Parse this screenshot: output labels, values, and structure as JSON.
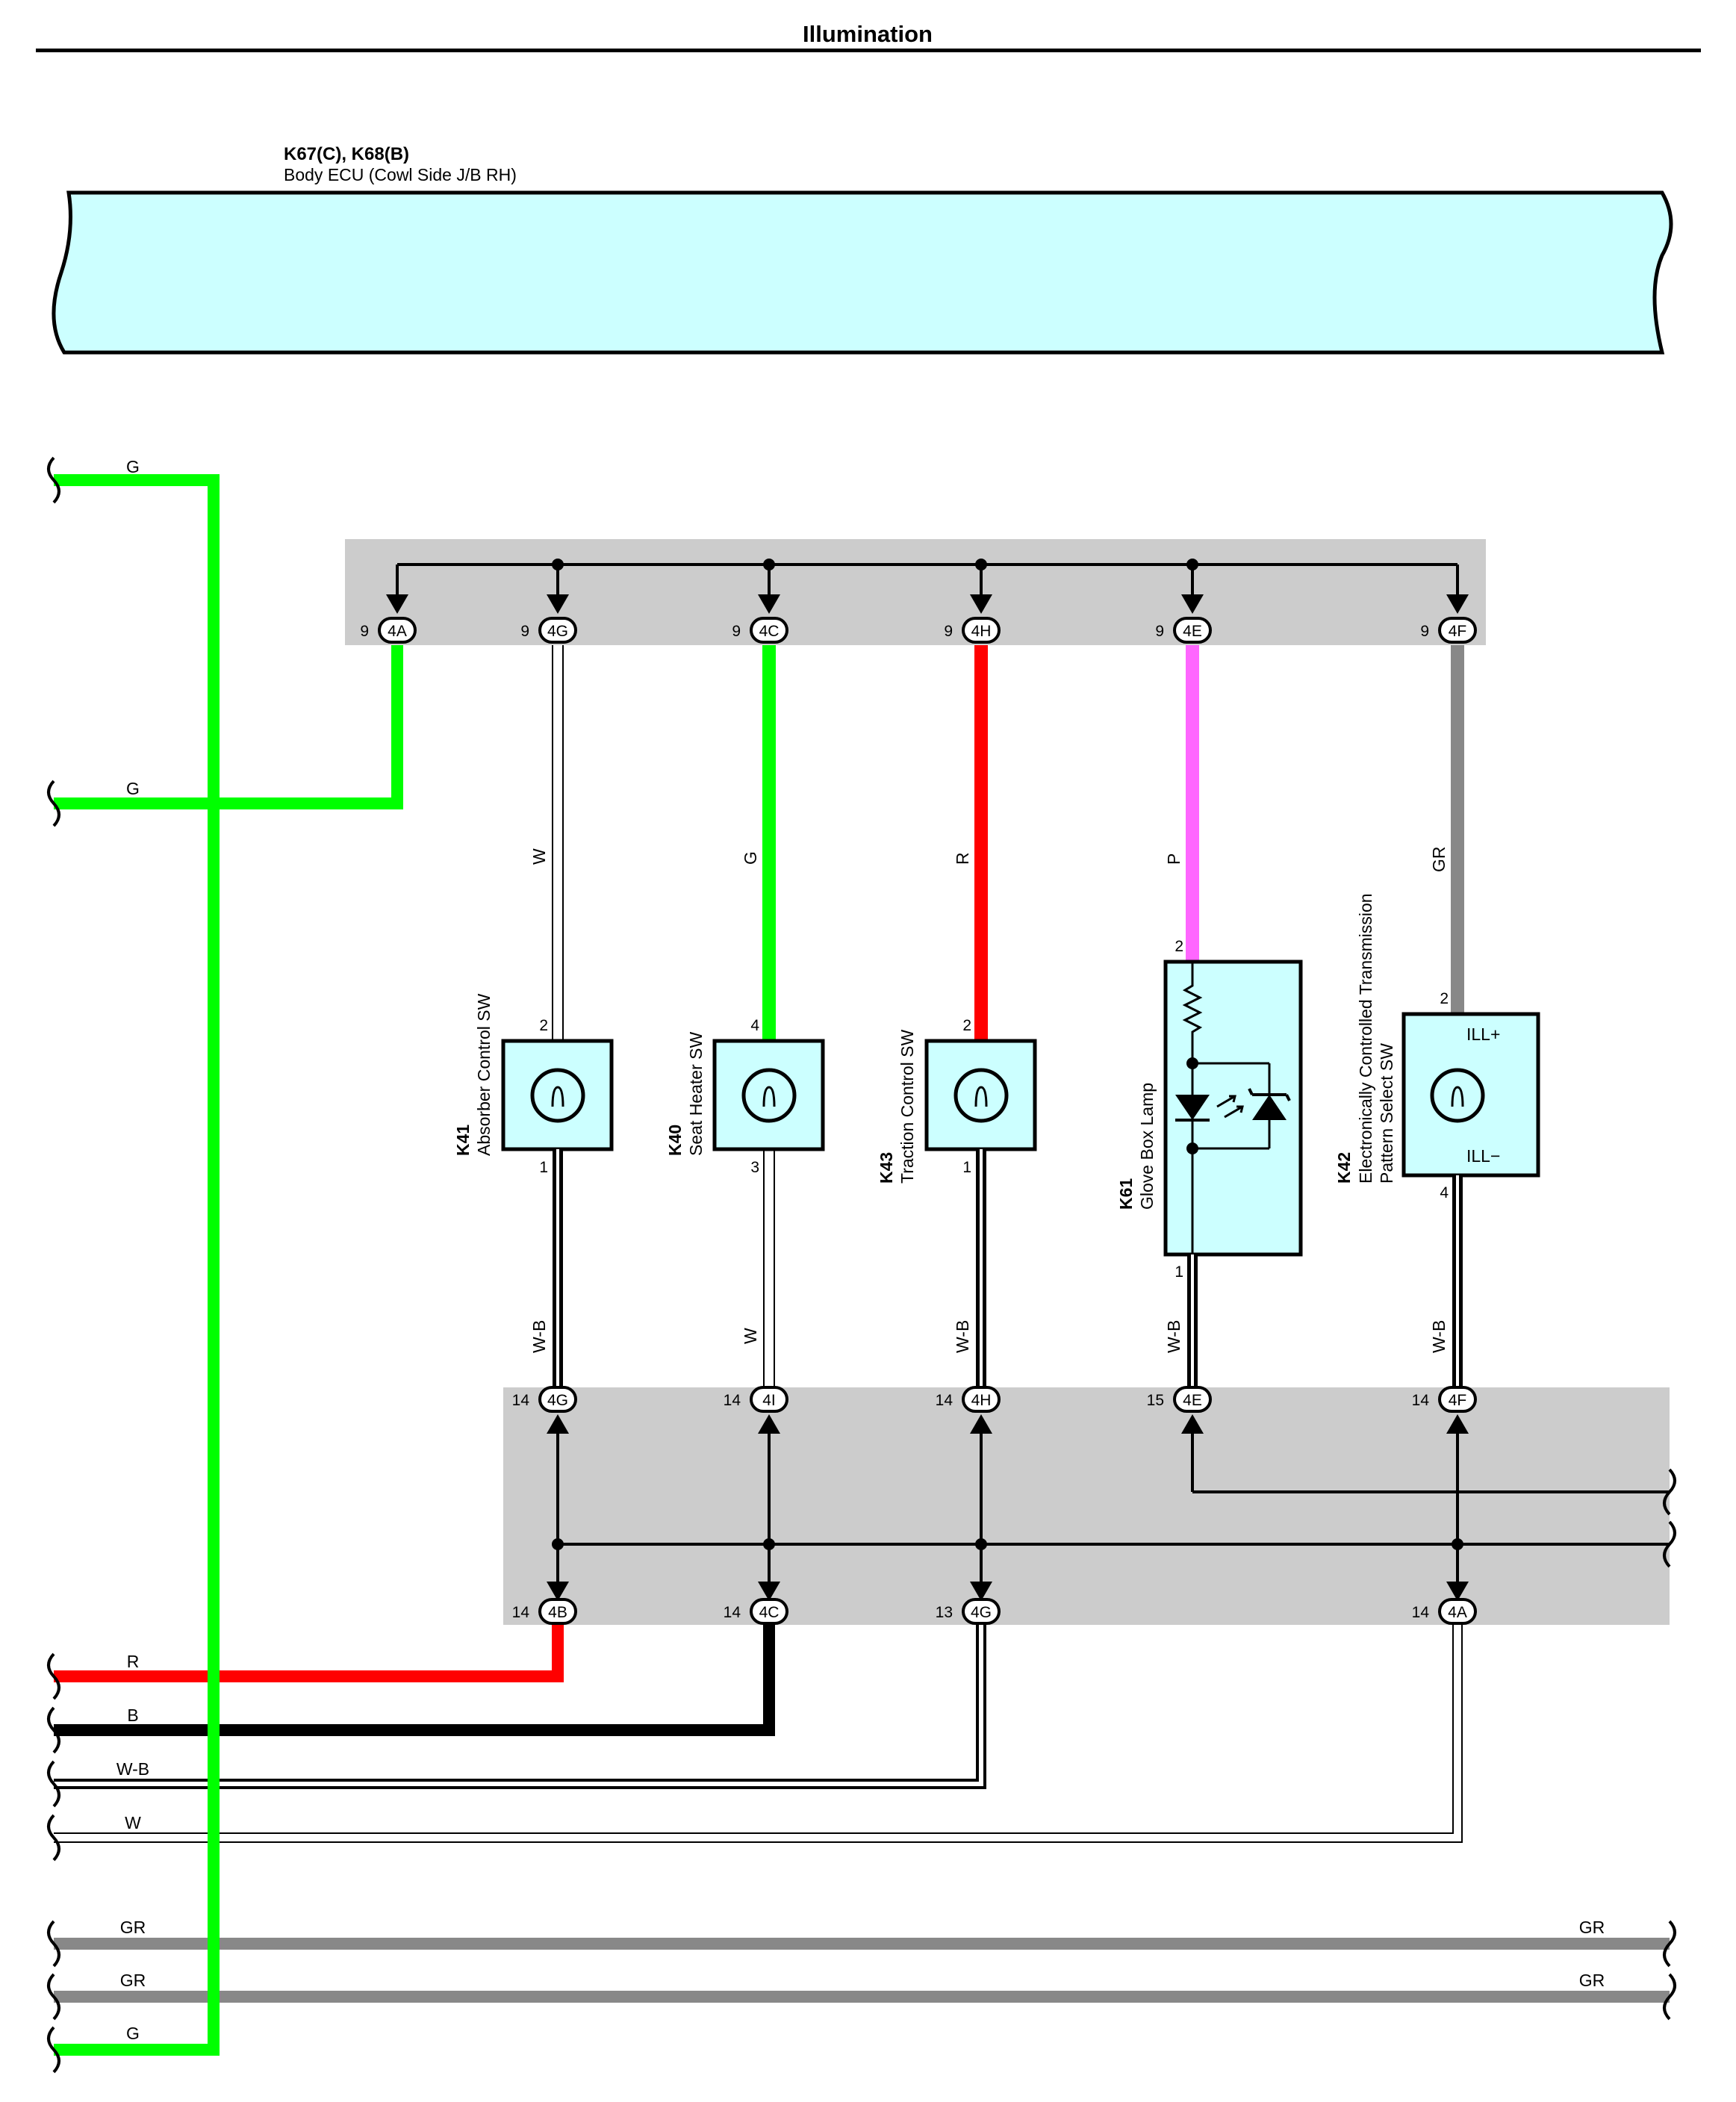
{
  "title": "Illumination",
  "ecu": {
    "id": "K67(C), K68(B)",
    "name": "Body ECU (Cowl Side J/B RH)"
  },
  "connectors_top": [
    {
      "pin": "9",
      "code": "4A"
    },
    {
      "pin": "9",
      "code": "4G"
    },
    {
      "pin": "9",
      "code": "4C"
    },
    {
      "pin": "9",
      "code": "4H"
    },
    {
      "pin": "9",
      "code": "4E"
    },
    {
      "pin": "9",
      "code": "4F"
    }
  ],
  "connectors_mid": [
    {
      "pin": "14",
      "code": "4G"
    },
    {
      "pin": "14",
      "code": "4I"
    },
    {
      "pin": "14",
      "code": "4H"
    },
    {
      "pin": "15",
      "code": "4E"
    },
    {
      "pin": "14",
      "code": "4F"
    }
  ],
  "connectors_bottom": [
    {
      "pin": "14",
      "code": "4B"
    },
    {
      "pin": "14",
      "code": "4C"
    },
    {
      "pin": "13",
      "code": "4G"
    },
    {
      "pin": "14",
      "code": "4A"
    }
  ],
  "wire_colors": {
    "top_wires": [
      "W",
      "G",
      "R",
      "P",
      "GR"
    ],
    "lower_wires": [
      "W-B",
      "W",
      "W-B",
      "W-B",
      "W-B"
    ],
    "left_wires": [
      "G",
      "G",
      "R",
      "B",
      "W-B",
      "W",
      "GR",
      "GR",
      "G"
    ],
    "right_wires": [
      "GR",
      "GR"
    ]
  },
  "components": [
    {
      "id": "K41",
      "name": "Absorber Control SW",
      "pin_top": "2",
      "pin_bottom": "1"
    },
    {
      "id": "K40",
      "name": "Seat Heater SW",
      "pin_top": "4",
      "pin_bottom": "3"
    },
    {
      "id": "K43",
      "name": "Traction Control SW",
      "pin_top": "2",
      "pin_bottom": "1"
    },
    {
      "id": "K61",
      "name": "Glove Box Lamp",
      "pin_top": "2",
      "pin_bottom": "1"
    },
    {
      "id": "K42",
      "name_line1": "Electronically Controlled Transmission",
      "name_line2": "Pattern Select SW",
      "pin_top": "2",
      "pin_bottom": "4",
      "ill_plus": "ILL+",
      "ill_minus": "ILL−"
    }
  ],
  "colors": {
    "ecu_fill": "#ccffff",
    "jb_gray": "#cccccc",
    "green": "#00ff00",
    "red": "#ff0000",
    "pink": "#ff66ff",
    "gray_wire": "#888888",
    "black": "#000000"
  }
}
